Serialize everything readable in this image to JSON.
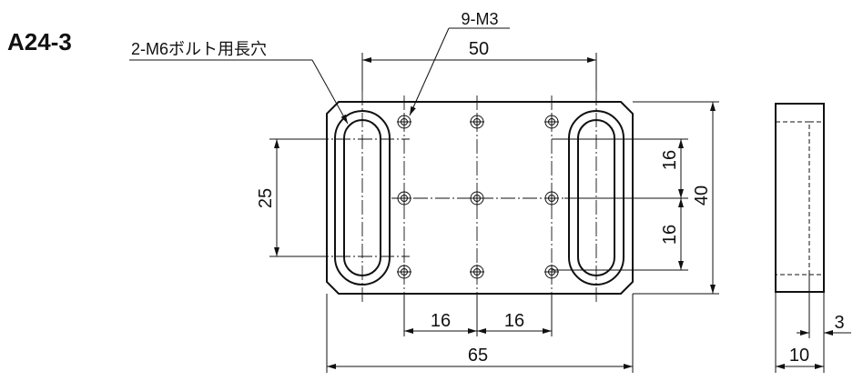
{
  "title": "A24-3",
  "labels": {
    "holes": "9-M3",
    "slots": "2-M6ボルト用長穴"
  },
  "dimensions": {
    "hole_pitch_x": "50",
    "pitch_y_upper": "16",
    "pitch_y_lower": "16",
    "height": "40",
    "slot_pitch_y": "25",
    "pitch_x_left": "16",
    "pitch_x_right": "16",
    "width": "65",
    "side_wall": "3",
    "thickness": "10"
  }
}
